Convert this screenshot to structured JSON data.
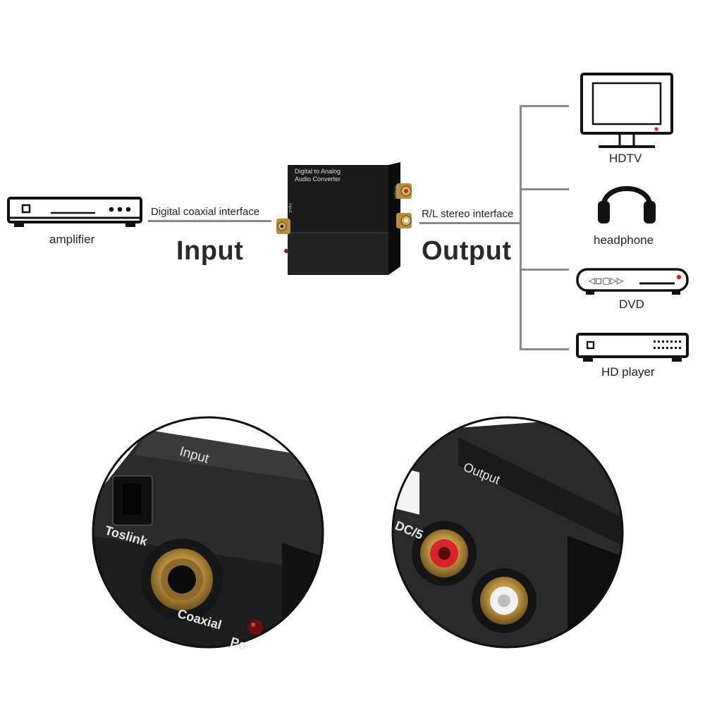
{
  "diagram": {
    "source_device": {
      "label": "amplifier",
      "icon": "amplifier-icon"
    },
    "input_interface": "Digital coaxial interface",
    "input_heading": "Input",
    "converter": {
      "title_line1": "Digital to Analog",
      "title_line2": "Audio Converter",
      "input_port_label": "Input",
      "output_port_label": "Output"
    },
    "output_interface": "R/L stereo interface",
    "output_heading": "Output",
    "outputs": [
      {
        "label": "HDTV",
        "icon": "tv-icon"
      },
      {
        "label": "headphone",
        "icon": "headphone-icon"
      },
      {
        "label": "DVD",
        "icon": "dvd-player-icon"
      },
      {
        "label": "HD player",
        "icon": "hd-player-icon"
      }
    ]
  },
  "closeups": {
    "left": {
      "panel_label": "Input",
      "port1": "Toslink",
      "port2": "Coaxial",
      "port3": "Po"
    },
    "right": {
      "panel_label": "Output",
      "side_text": "DC/5"
    }
  },
  "colors": {
    "line": "#8a8a8a",
    "device_body": "#1c1c1c",
    "gold": "#c9a25a",
    "red_jack": "#d8232a",
    "white_jack": "#f2f2f2"
  }
}
